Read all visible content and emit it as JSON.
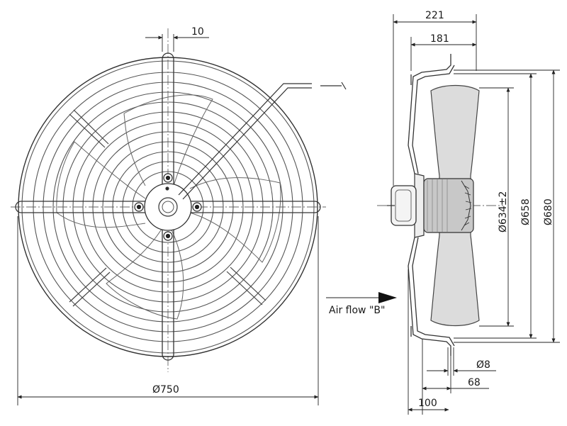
{
  "front_view": {
    "dim_width": "10",
    "dim_diameter": "Ø750"
  },
  "side_view": {
    "dim_depth_total": "221",
    "dim_depth_guard": "181",
    "dim_blade_diameter": "Ø634±2",
    "dim_inner_diameter": "Ø658",
    "dim_outer_diameter": "Ø680",
    "dim_hole": "Ø8",
    "dim_flange": "68",
    "dim_mount": "100",
    "airflow_label": "Air flow \"B\""
  },
  "colors": {
    "line": "#222222",
    "grille": "#555555",
    "blade": "#dcdcdc",
    "motor": "#c8c8c8"
  }
}
